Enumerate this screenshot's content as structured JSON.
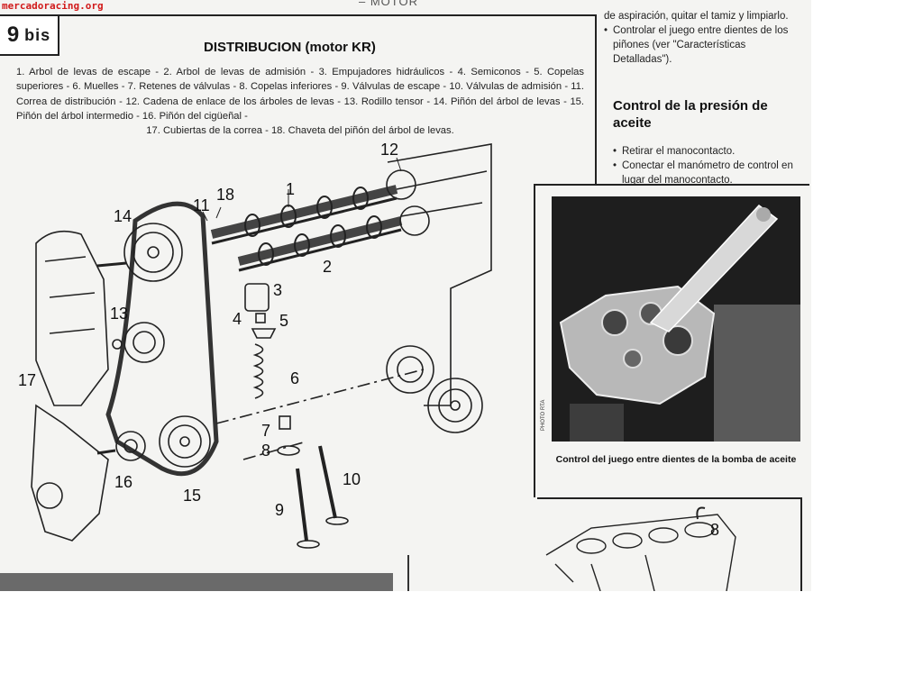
{
  "watermark": "mercadoracing.org",
  "header_partial": "– MOTOR",
  "section": {
    "number": "9",
    "suffix": "bis"
  },
  "title": "DISTRIBUCION (motor KR)",
  "legend": {
    "body": "1. Arbol de levas de escape - 2. Arbol de levas de admisión - 3. Empujadores hidráulicos - 4. Semiconos - 5. Copelas superiores - 6. Muelles - 7. Retenes de válvulas - 8. Copelas inferiores - 9. Válvulas de escape - 10. Válvulas de admisión - 11. Correa de distribución - 12. Cadena de enlace de los árboles de levas - 13. Rodillo tensor - 14. Piñón del árbol de levas - 15. Piñón del árbol intermedio - 16. Piñón del cigüeñal -",
    "last_line": "17. Cubiertas de la correa - 18. Chaveta del piñón del árbol de levas."
  },
  "callouts": [
    "1",
    "2",
    "3",
    "4",
    "5",
    "6",
    "7",
    "8",
    "9",
    "10",
    "11",
    "12",
    "13",
    "14",
    "15",
    "16",
    "17",
    "18"
  ],
  "right_column": {
    "continuation": "de aspiración, quitar el tamiz y limpiarlo.",
    "bullet_1": "Controlar el juego entre dientes de los piñones (ver \"Características Detalladas\").",
    "heading": "Control de la presión de aceite",
    "bullet_2": "Retirar el manocontacto.",
    "bullet_3": "Conectar el manómetro de control en lugar del manocontacto."
  },
  "photo": {
    "credit": "PHOTO RTA",
    "caption": "Control del juego entre dientes de la bomba de aceite"
  },
  "block_callout": "8",
  "colors": {
    "watermark": "#d11a1a",
    "ink": "#1a1a1a",
    "paper": "#f4f4f2"
  }
}
